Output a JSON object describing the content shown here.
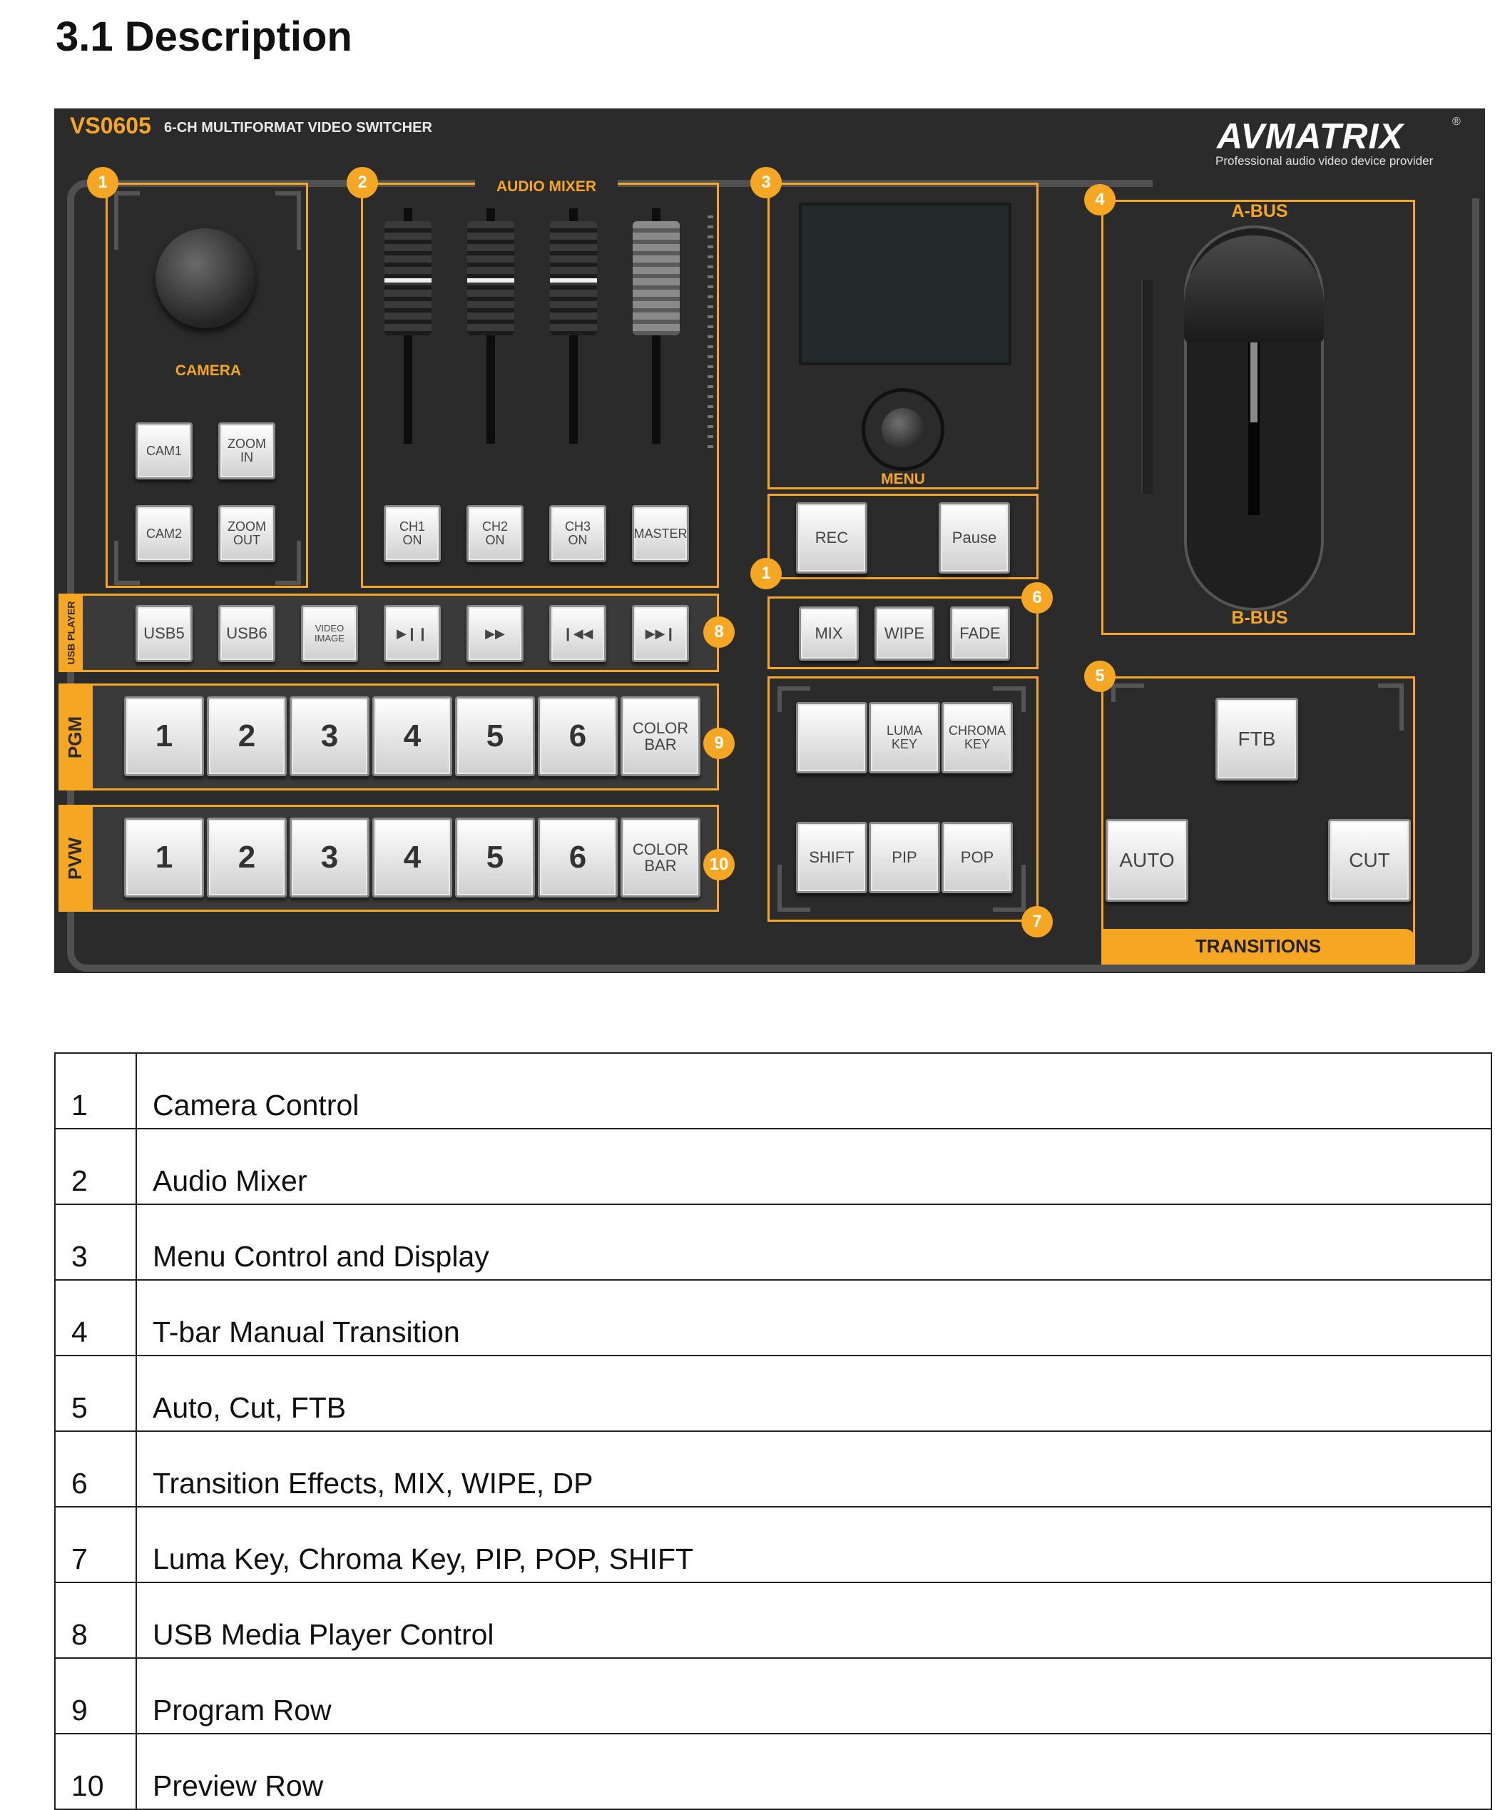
{
  "heading": "3.1 Description",
  "panel": {
    "model": "VS0605",
    "model_desc": "6-CH MULTIFORMAT VIDEO SWITCHER",
    "brand": "AVMATRIX",
    "registered": "®",
    "tagline": "Professional audio video device provider",
    "badges": [
      "1",
      "2",
      "3",
      "4",
      "5",
      "6",
      "7",
      "8",
      "9",
      "10"
    ],
    "labels": {
      "camera": "CAMERA",
      "audio_mixer": "AUDIO MIXER",
      "menu": "MENU",
      "a_bus": "A-BUS",
      "b_bus": "B-BUS",
      "transitions": "TRANSITIONS",
      "usb_player": "USB PLAYER",
      "pgm": "PGM",
      "pvw": "PVW"
    },
    "camera_buttons": [
      "CAM1",
      "ZOOM\nIN",
      "CAM2",
      "ZOOM\nOUT"
    ],
    "audio_buttons": [
      "CH1\nON",
      "CH2\nON",
      "CH3\nON",
      "MASTER"
    ],
    "record_buttons": [
      "REC",
      "Pause"
    ],
    "effect_buttons": [
      "MIX",
      "WIPE",
      "FADE"
    ],
    "key_buttons": [
      "",
      "LUMA\nKEY",
      "CHROMA\nKEY"
    ],
    "key_buttons_bottom": [
      "SHIFT",
      "PIP",
      "POP"
    ],
    "usb_buttons": [
      "USB5",
      "USB6",
      "VIDEO\nIMAGE",
      "▶❙❙",
      "▶▶",
      "❙◀◀",
      "▶▶❙"
    ],
    "pgm_buttons": [
      "1",
      "2",
      "3",
      "4",
      "5",
      "6",
      "COLOR\nBAR"
    ],
    "pvw_buttons": [
      "1",
      "2",
      "3",
      "4",
      "5",
      "6",
      "COLOR\nBAR"
    ],
    "transition_buttons": {
      "ftb": "FTB",
      "auto": "AUTO",
      "cut": "CUT"
    }
  },
  "table": [
    {
      "num": "1",
      "desc": "Camera Control"
    },
    {
      "num": "2",
      "desc": "Audio Mixer"
    },
    {
      "num": "3",
      "desc": "Menu Control and Display"
    },
    {
      "num": "4",
      "desc": "T-bar Manual Transition"
    },
    {
      "num": "5",
      "desc": "Auto, Cut, FTB"
    },
    {
      "num": "6",
      "desc": "Transition Effects, MIX, WIPE, DP"
    },
    {
      "num": "7",
      "desc": "Luma Key, Chroma Key, PIP, POP, SHIFT"
    },
    {
      "num": "8",
      "desc": "USB Media Player Control"
    },
    {
      "num": "9",
      "desc": "Program Row"
    },
    {
      "num": "10",
      "desc": "Preview Row"
    }
  ],
  "colors": {
    "accent": "#f5a623",
    "panel": "#2b2b2b",
    "button": "#e6e6e6"
  }
}
